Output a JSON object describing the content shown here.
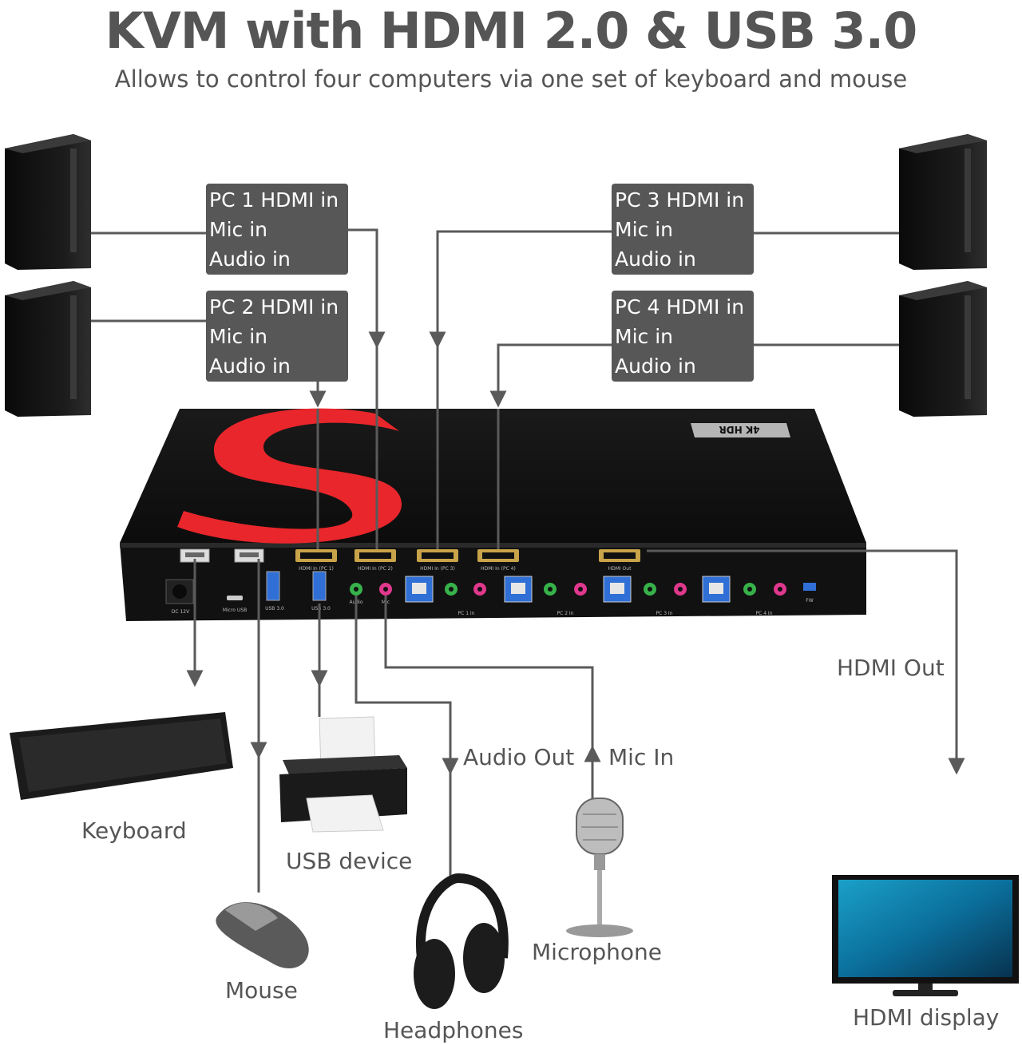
{
  "header": {
    "title": "KVM with HDMI 2.0 & USB 3.0",
    "subtitle": "Allows to control four computers via one set of keyboard and mouse"
  },
  "inputs": [
    {
      "lines": [
        "PC 1 HDMI in",
        "Mic in",
        "Audio in"
      ]
    },
    {
      "lines": [
        "PC 2 HDMI in",
        "Mic in",
        "Audio in"
      ]
    },
    {
      "lines": [
        "PC 3 HDMI in",
        "Mic in",
        "Audio in"
      ]
    },
    {
      "lines": [
        "PC 4 HDMI in",
        "Mic in",
        "Audio in"
      ]
    }
  ],
  "device": {
    "badge": "4K HDR",
    "ports": {
      "dc": "DC 12V",
      "micro_usb": "Micro USB",
      "usb3_a": "USB 3.0",
      "usb3_b": "USB 3.0",
      "audio": "Audio",
      "mic": "Mic",
      "hdmi_in_pc1": "HDMI In (PC 1)",
      "hdmi_in_pc2": "HDMI In (PC 2)",
      "hdmi_in_pc3": "HDMI In (PC 3)",
      "hdmi_in_pc4": "HDMI In (PC 4)",
      "hdmi_out": "HDMI Out",
      "pc1_in": "PC 1 In",
      "pc2_in": "PC 2 In",
      "pc3_in": "PC 3 In",
      "pc4_in": "PC 4 In",
      "fw": "FW"
    }
  },
  "connections": {
    "audio_out": "Audio Out",
    "mic_in": "Mic In",
    "hdmi_out": "HDMI Out"
  },
  "peripherals": {
    "keyboard": "Keyboard",
    "mouse": "Mouse",
    "usb_device": "USB device",
    "headphones": "Headphones",
    "microphone": "Microphone",
    "hdmi_display": "HDMI display"
  },
  "colors": {
    "label_box": "#575757",
    "line": "#5a5a5a",
    "device_body": "#141414",
    "logo_red": "#e8262b",
    "usb_blue": "#2f6fd6",
    "audio_green": "#37b24a",
    "mic_pink": "#e0388d"
  }
}
